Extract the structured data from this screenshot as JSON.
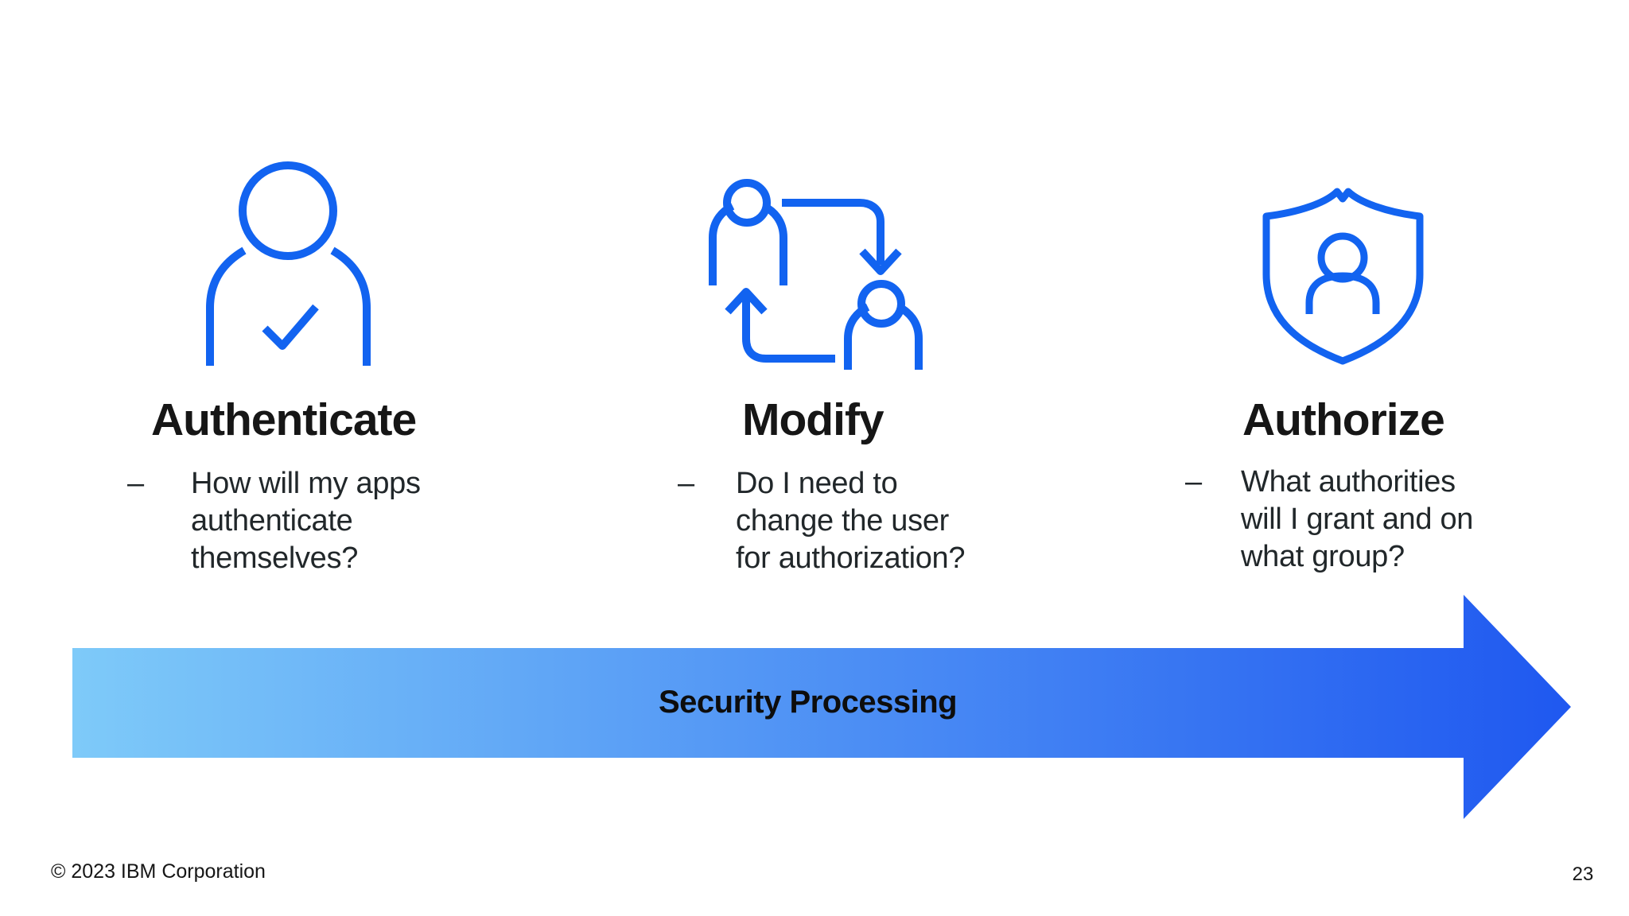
{
  "page": {
    "footer_left": "© 2023 IBM Corporation",
    "page_number": "23"
  },
  "columns": [
    {
      "id": "authenticate",
      "icon": "user-check-icon",
      "title": "Authenticate",
      "bullet_marker": "–",
      "bullet_lines": "How will my apps\nauthenticate\nthemselves?"
    },
    {
      "id": "modify",
      "icon": "user-sync-icon",
      "title": "Modify",
      "bullet_marker": "–",
      "bullet_lines": "Do I need to\nchange the user\nfor authorization?"
    },
    {
      "id": "authorize",
      "icon": "shield-user-icon",
      "title": "Authorize",
      "bullet_marker": "–",
      "bullet_lines": "What authorities\nwill I grant and on\nwhat group?"
    }
  ],
  "arrow": {
    "label": "Security Processing",
    "gradient_start": "#7ECAF9",
    "gradient_end": "#1F58F0"
  },
  "colors": {
    "icon_stroke": "#1263F0",
    "heading_text": "#161616",
    "body_text": "#21272A"
  }
}
